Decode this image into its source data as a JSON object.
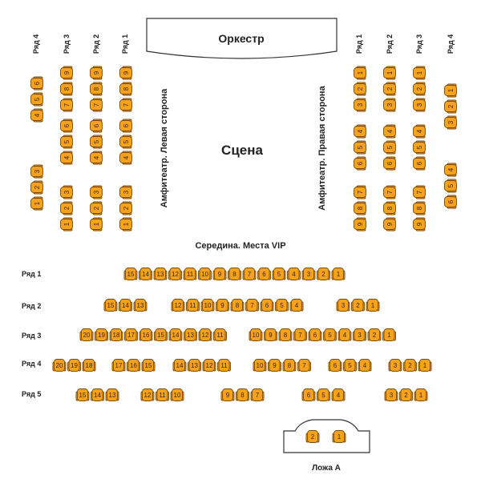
{
  "labels": {
    "orchestra": "Оркестр",
    "stage": "Сцена",
    "amph_left": "Амфитеатр. Левая сторона",
    "amph_right": "Амфитеатр. Правая сторона",
    "middle": "Середина. Места VIP",
    "box": "Ложа А"
  },
  "left_rows": [
    "Ряд 4",
    "Ряд 3",
    "Ряд 2",
    "Ряд 1"
  ],
  "right_rows": [
    "Ряд 1",
    "Ряд 2",
    "Ряд 3",
    "Ряд 4"
  ],
  "middle_rows": [
    "Ряд 1",
    "Ряд 2",
    "Ряд 3",
    "Ряд 4",
    "Ряд 5"
  ],
  "left_wing": [
    [
      [
        6,
        5,
        4
      ],
      [
        3,
        2,
        1
      ]
    ],
    [
      [
        9,
        8,
        7
      ],
      [
        6,
        5,
        4
      ],
      [
        3,
        2,
        1
      ]
    ],
    [
      [
        9,
        8,
        7
      ],
      [
        6,
        5,
        4
      ],
      [
        3,
        2,
        1
      ]
    ],
    [
      [
        9,
        8,
        7
      ],
      [
        6,
        5,
        4
      ],
      [
        3,
        2,
        1
      ]
    ]
  ],
  "right_wing": [
    [
      [
        1,
        2,
        3
      ],
      [
        4,
        5,
        6
      ],
      [
        7,
        8,
        9
      ]
    ],
    [
      [
        1,
        2,
        3
      ],
      [
        4,
        5,
        6
      ],
      [
        7,
        8,
        9
      ]
    ],
    [
      [
        1,
        2,
        3
      ],
      [
        4,
        5,
        6
      ],
      [
        7,
        8,
        9
      ]
    ],
    [
      [
        1,
        2,
        3
      ],
      [
        4,
        5,
        6
      ]
    ]
  ],
  "middle": [
    [
      [
        15,
        14,
        13,
        12,
        11,
        10,
        9,
        8,
        7,
        6,
        5,
        4,
        3,
        2,
        1
      ]
    ],
    [
      [
        15,
        14,
        13
      ],
      [
        12,
        11,
        10,
        9,
        8,
        7,
        6,
        5,
        4
      ],
      [
        3,
        2,
        1
      ]
    ],
    [
      [
        20,
        19,
        18,
        17,
        16,
        15,
        14,
        13,
        12,
        11
      ],
      [
        10,
        9,
        8,
        7,
        6,
        5,
        4,
        3,
        2,
        1
      ]
    ],
    [
      [
        20,
        19,
        18
      ],
      [
        17,
        16,
        15
      ],
      [
        14,
        13,
        12,
        11
      ],
      [
        10,
        9,
        8,
        7
      ],
      [
        6,
        5,
        4
      ],
      [
        3,
        2,
        1
      ]
    ],
    [
      [
        15,
        14,
        13
      ],
      [
        12,
        11,
        10
      ],
      [
        9,
        8,
        7
      ],
      [
        6,
        5,
        4
      ],
      [
        3,
        2,
        1
      ]
    ]
  ],
  "box_seats": [
    2,
    1
  ],
  "colors": {
    "seat": "#f7a21b",
    "seat_outline": "#7a4a08",
    "line": "#333333"
  }
}
